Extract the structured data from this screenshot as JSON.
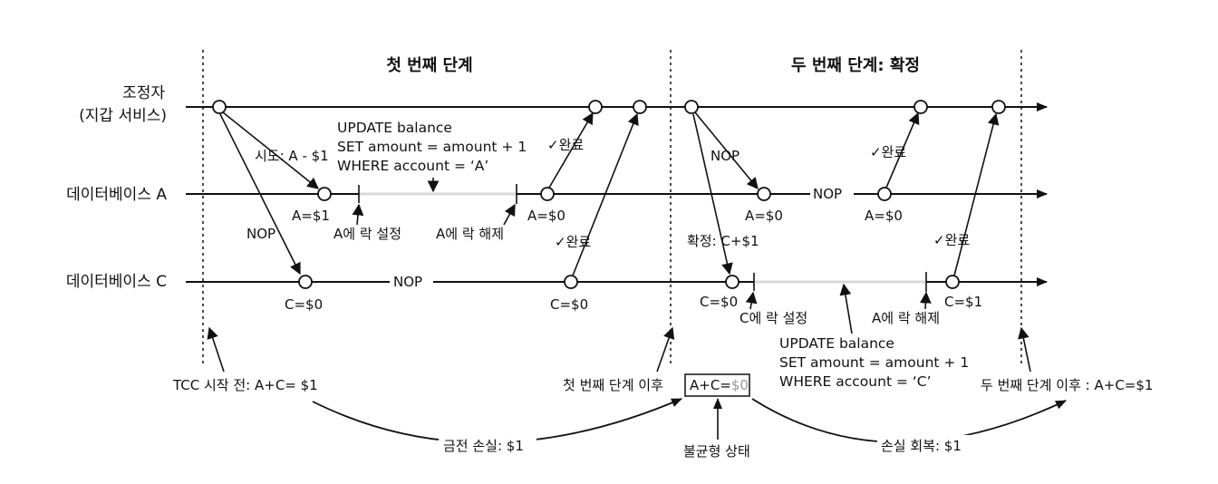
{
  "phases": {
    "phase1": "첫 번째 단계",
    "phase2": "두 번째 단계: 확정"
  },
  "lanes": {
    "coordinator_line1": "조정자",
    "coordinator_line2": "(지갑 서비스)",
    "db_a": "데이터베이스 A",
    "db_c": "데이터베이스 C"
  },
  "phase1_labels": {
    "try_msg": "시도: A - $1",
    "nop_msg": "NOP",
    "a_state": "A=$1",
    "c_state": "C=$0",
    "lock_a": "A에 락 설정",
    "unlock_a": "A에 락 해제",
    "a_done_state": "A=$0",
    "c_done_state": "C=$0",
    "c_nop": "NOP",
    "done_a": "✓완료",
    "done_c": "✓완료",
    "sql_line1": "UPDATE balance",
    "sql_line2": "SET amount = amount + 1",
    "sql_line3": "WHERE account = ‘A’"
  },
  "phase2_labels": {
    "nop_msg": "NOP",
    "confirm_msg": "확정: C+$1",
    "a_state": "A=$0",
    "a_nop": "NOP",
    "a_done_state": "A=$0",
    "c_state": "C=$0",
    "lock_c": "C에 락 설정",
    "unlock_a": "A에 락 해제",
    "c_done_state": "C=$1",
    "done_a": "✓완료",
    "done_c": "✓완료",
    "sql_line1": "UPDATE balance",
    "sql_line2": "SET amount = amount + 1",
    "sql_line3": "WHERE account = ‘C’"
  },
  "bottom": {
    "before_tcc": "TCC 시작 전: A+C= $1",
    "after_phase1": "첫 번째 단계 이후",
    "boxed_prefix": "A+C=",
    "boxed_value": "$0",
    "after_phase2": "두 번째 단계 이후 : A+C=$1",
    "money_loss": "금전 손실: $1",
    "inconsistent": "불균형 상태",
    "loss_recovery": "손실 회복: $1"
  }
}
